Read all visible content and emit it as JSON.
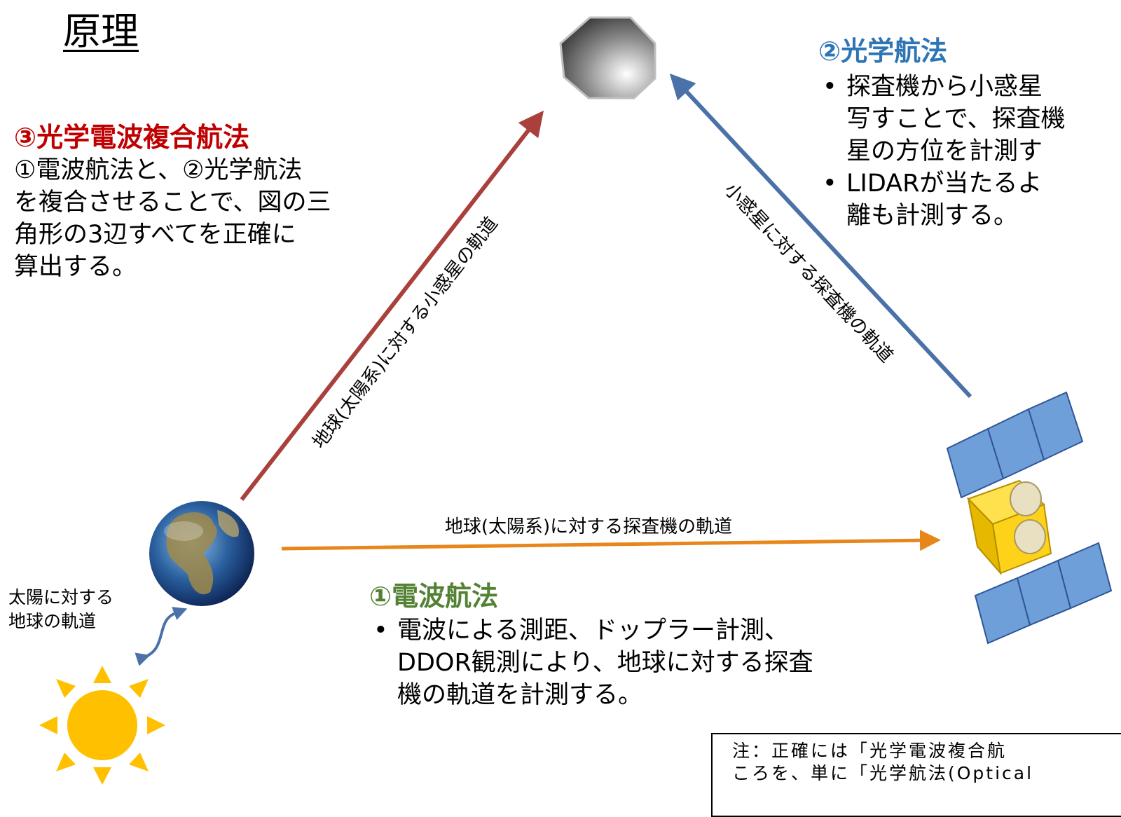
{
  "title": "原理",
  "section3": {
    "heading": "③光学電波複合航法",
    "lines": [
      "①電波航法と、②光学航法",
      "を複合させることで、図の三",
      "角形の3辺すべてを正確に",
      "算出する。"
    ]
  },
  "section2": {
    "heading": "②光学航法",
    "bullets": [
      "探査機から小惑星",
      "LIDARが当たるよ"
    ],
    "bullet1_cont": [
      "写すことで、探査機",
      "星の方位を計測す"
    ],
    "bullet2_cont": [
      "離も計測する。"
    ]
  },
  "section1": {
    "heading": "①電波航法",
    "bullet": "電波による測距、ドップラー計測、",
    "cont": [
      "DDOR観測により、地球に対する探査",
      "機の軌道を計測する。"
    ]
  },
  "arrows": {
    "red": "地球(太陽系)に対する小惑星の軌道",
    "blue": "小惑星に対する探査機の軌道",
    "orange": "地球(太陽系)に対する探査機の軌道"
  },
  "orbit_label": [
    "太陽に対する",
    "地球の軌道"
  ],
  "note": [
    "注：正確には「光学電波複合航",
    "ころを、単に「光学航法(Optical"
  ],
  "colors": {
    "red_arrow": "#a9403c",
    "blue_arrow": "#4a72a8",
    "orange_arrow": "#e7861a",
    "sun": "#ffc000",
    "panel": "#6f9fd8"
  }
}
